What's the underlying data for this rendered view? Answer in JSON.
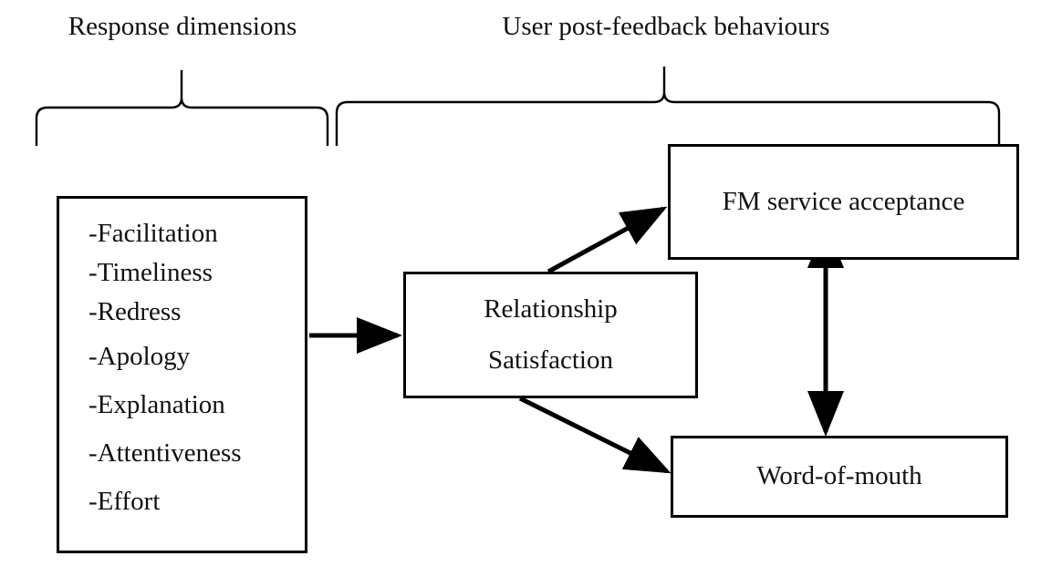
{
  "figure": {
    "type": "conceptual-framework-diagram",
    "background_color": "#ffffff",
    "line_color": "#000000",
    "text_color": "#111111"
  },
  "braces": [
    {
      "id": "response-dimensions",
      "label": "Response dimensions",
      "spans_nodes": [
        "response-dimensions-box"
      ]
    },
    {
      "id": "user-post-feedback-behaviours",
      "label": "User post-feedback behaviours",
      "spans_nodes": [
        "relationship-satisfaction",
        "fm-service-acceptance",
        "word-of-mouth"
      ]
    }
  ],
  "nodes": {
    "response_dimensions": {
      "id": "response-dimensions-box",
      "items": [
        "-Facilitation",
        "-Timeliness",
        "-Redress",
        "-Apology",
        "-Explanation",
        "-Attentiveness",
        "-Effort"
      ]
    },
    "relationship_satisfaction": {
      "id": "relationship-satisfaction",
      "line1": "Relationship",
      "line2": "Satisfaction"
    },
    "fm_service_acceptance": {
      "id": "fm-service-acceptance",
      "label": "FM service acceptance"
    },
    "word_of_mouth": {
      "id": "word-of-mouth",
      "label": "Word-of-mouth"
    }
  },
  "edges": [
    {
      "id": "dimensions-to-satisfaction",
      "from": "response-dimensions-box",
      "to": "relationship-satisfaction",
      "style": "solid",
      "arrowheads": "single",
      "direction": "right"
    },
    {
      "id": "satisfaction-to-acceptance",
      "from": "relationship-satisfaction",
      "to": "fm-service-acceptance",
      "style": "solid",
      "arrowheads": "single",
      "direction": "up-right"
    },
    {
      "id": "satisfaction-to-word-of-mouth",
      "from": "relationship-satisfaction",
      "to": "word-of-mouth",
      "style": "solid",
      "arrowheads": "single",
      "direction": "down-right"
    },
    {
      "id": "acceptance-word-of-mouth-bidirectional",
      "from": "fm-service-acceptance",
      "to": "word-of-mouth",
      "style": "solid",
      "arrowheads": "double",
      "direction": "vertical"
    }
  ]
}
